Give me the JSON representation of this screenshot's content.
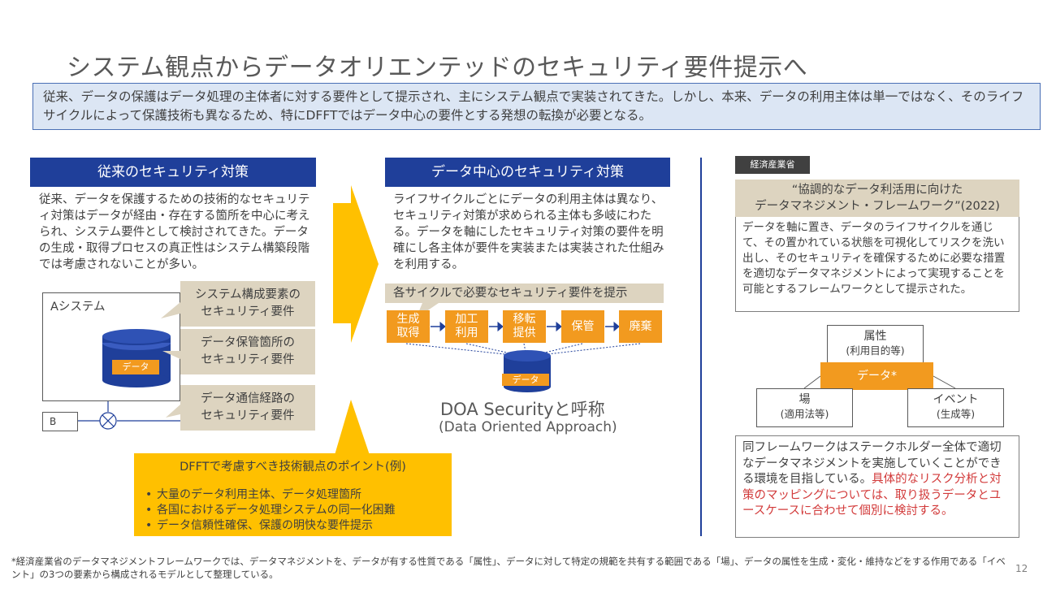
{
  "title": "システム観点からデータオリエンテッドのセキュリティ要件提示へ",
  "summary": "従来、データの保護はデータ処理の主体者に対する要件として提示され、主にシステム観点で実装されてきた。しかし、本来、データの利用主体は単一ではなく、そのライフサイクルによって保護技術も異なるため、特にDFFTではデータ中心の要件とする発想の転換が必要となる。",
  "traditional": {
    "heading": "従来のセキュリティ対策",
    "description": "従来、データを保護するための技術的なセキュリティ対策はデータが経由・存在する箇所を中心に考えられ、システム要件として検討されてきた。データの生成・取得プロセスの真正性はシステム構築段階では考慮されないことが多い。",
    "system_label": "Aシステム",
    "b_label": "B",
    "db_label": "データ",
    "callouts": [
      {
        "line1": "システム構成要素の",
        "line2": "セキュリティ要件"
      },
      {
        "line1": "データ保管箇所の",
        "line2": "セキュリティ要件"
      },
      {
        "line1": "データ通信経路の",
        "line2": "セキュリティ要件"
      }
    ]
  },
  "data_centric": {
    "heading": "データ中心のセキュリティ対策",
    "description": "ライフサイクルごとにデータの利用主体は異なり、セキュリティ対策が求められる主体も多岐にわたる。データを軸にしたセキュリティ対策の要件を明確にし各主体が要件を実装または実装された仕組みを利用する。",
    "lifecycle_label": "各サイクルで必要なセキュリティ要件を提示",
    "steps": [
      {
        "line1": "生成",
        "line2": "取得"
      },
      {
        "line1": "加工",
        "line2": "利用"
      },
      {
        "line1": "移転",
        "line2": "提供"
      },
      {
        "line1": "保管",
        "line2": ""
      },
      {
        "line1": "廃棄",
        "line2": ""
      }
    ],
    "db_label": "データ",
    "doa_title": "DOA Securityと呼称",
    "doa_subtitle": "(Data Oriented Approach)"
  },
  "points": {
    "title": "DFFTで考慮すべき技術観点のポイント(例)",
    "items": [
      "大量のデータ利用主体、データ処理箇所",
      "各国におけるデータ処理システムの同一化困難",
      "データ信頼性確保、保護の明快な要件提示"
    ]
  },
  "framework": {
    "tag": "経済産業省",
    "title_line1": "“協調的なデータ利活用に向けた",
    "title_line2": "データマネジメント・フレームワーク”(2022)",
    "description": "データを軸に置き、データのライフサイクルを通じて、その置かれている状態を可視化してリスクを洗い出し、そのセキュリティを確保するために必要な措置を適切なデータマネジメントによって実現することを可能とするフレームワークとして提示された。",
    "attr_line1": "属性",
    "attr_line2": "(利用目的等)",
    "data_label": "データ*",
    "ba_line1": "場",
    "ba_line2": "(適用法等)",
    "event_line1": "イベント",
    "event_line2": "(生成等)",
    "note": "同フレームワークはステークホルダー全体で適切なデータマネジメントを実施していくことができる環境を目指している。",
    "note_red": "具体的なリスク分析と対策のマッピングについては、取り扱うデータとユースケースに合わせて個別に検討する。"
  },
  "footnote": "*経済産業省のデータマネジメントフレームワークでは、データマネジメントを、データが有する性質である「属性」、データに対して特定の規範を共有する範囲である「場」、データの属性を生成・変化・維持などをする作用である「イベント」の3つの要素から構成されるモデルとして整理している。",
  "page_number": "12",
  "colors": {
    "blue": "#1f3f9a",
    "orange": "#f29a1f",
    "yellow": "#ffc000",
    "tan": "#ddd4c0",
    "red": "#d23a3a"
  }
}
